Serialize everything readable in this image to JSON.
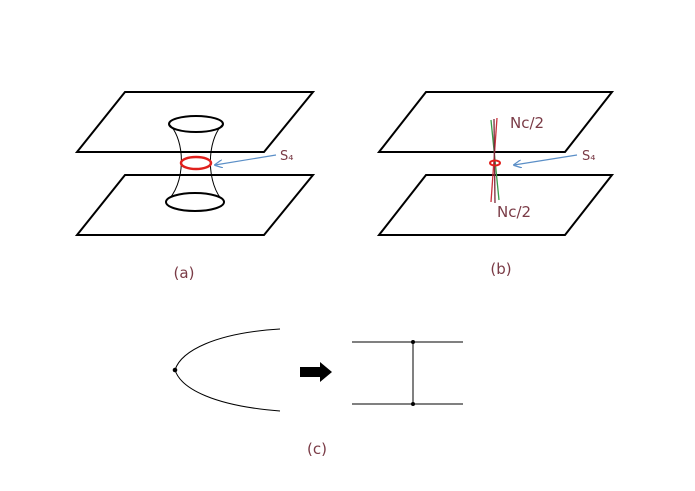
{
  "panels": {
    "a": {
      "caption": "(a)",
      "arrow_label": "S₄"
    },
    "b": {
      "caption": "(b)",
      "arrow_label": "S₄",
      "top_label": "Nc/2",
      "bottom_label": "Nc/2"
    },
    "c": {
      "caption": "(c)"
    }
  },
  "colors": {
    "label": "#7a3b46",
    "ring": "#e0201c",
    "pointer_arrow": "#5b8fc7",
    "line_green": "#3a9a4a",
    "line_red": "#c8303a",
    "line_dark": "#7a2a3a",
    "stroke": "#000000"
  }
}
